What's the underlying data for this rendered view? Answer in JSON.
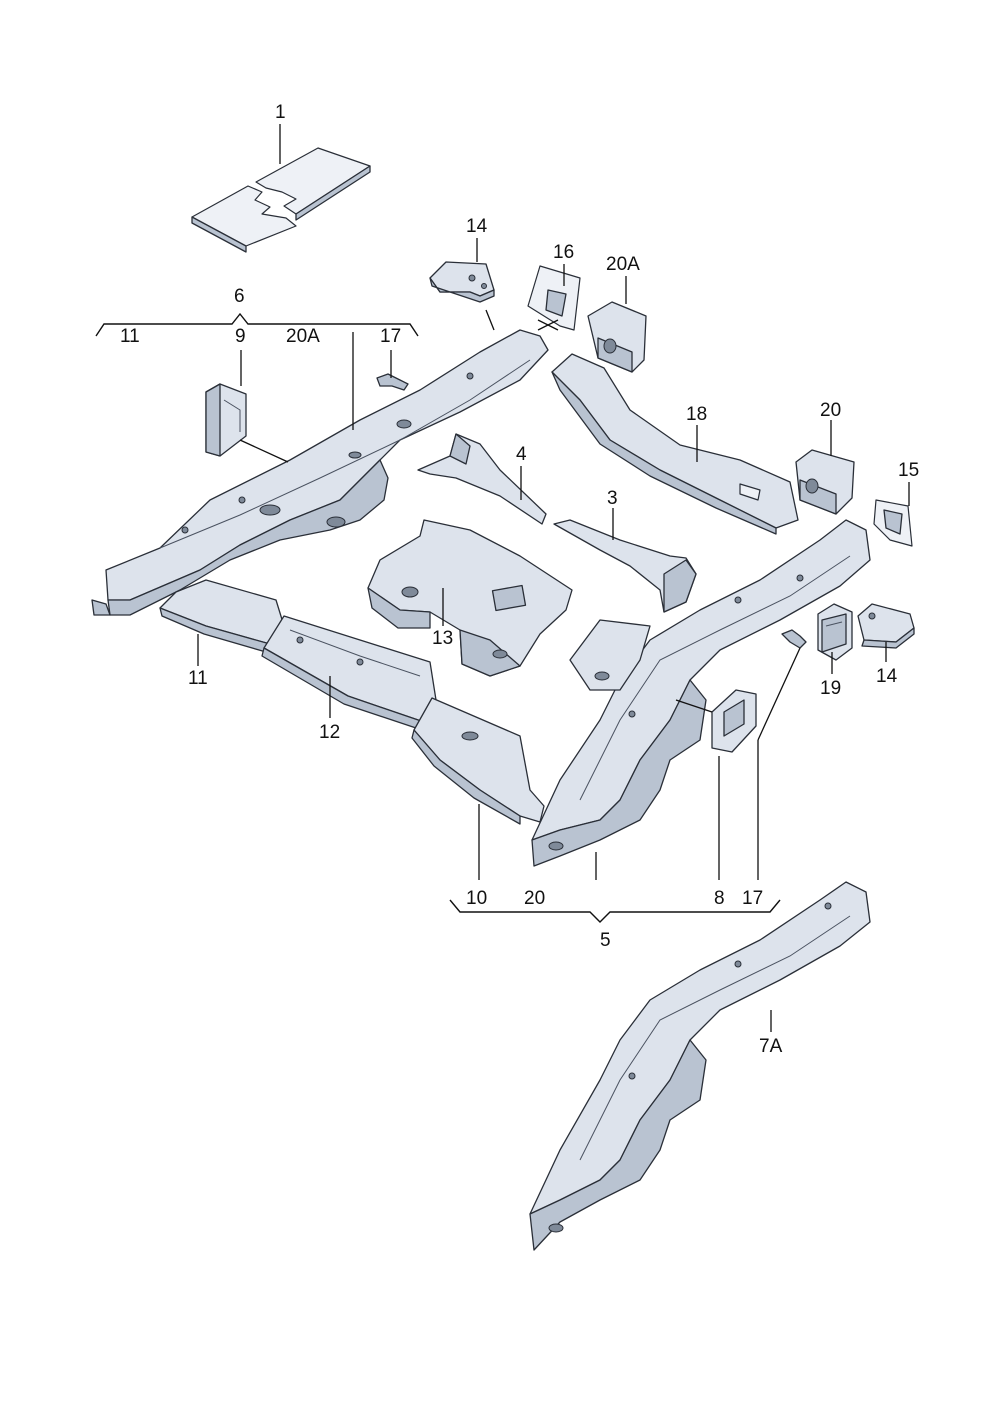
{
  "labels": {
    "l1": "1",
    "l14a": "14",
    "l16": "16",
    "l20a_top": "20A",
    "l6": "6",
    "l11a": "11",
    "l9": "9",
    "l20a_left": "20A",
    "l17a": "17",
    "l18": "18",
    "l20b": "20",
    "l15": "15",
    "l4": "4",
    "l3": "3",
    "l13": "13",
    "l11b": "11",
    "l12": "12",
    "l19": "19",
    "l14b": "14",
    "l10": "10",
    "l20c": "20",
    "l8": "8",
    "l17b": "17",
    "l5": "5",
    "l7a": "7A"
  }
}
